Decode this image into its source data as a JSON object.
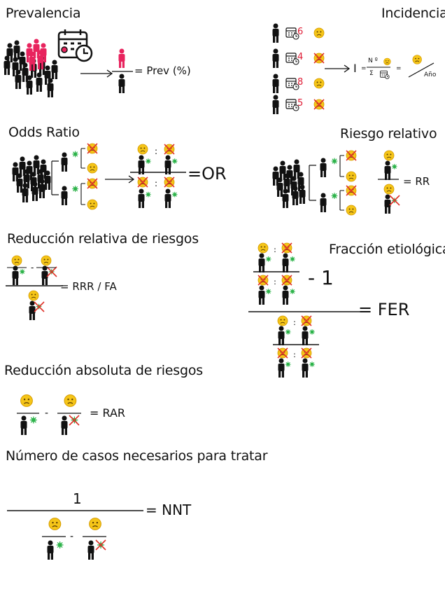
{
  "titles": {
    "prevalencia": "Prevalencia",
    "incidencia": "Incidencia",
    "odds_ratio": "Odds Ratio",
    "riesgo_relativo": "Riesgo relativo",
    "rrr": "Reducción relativa  de riesgos",
    "fraccion": "Fracción etiológica",
    "rar": "Reducción absoluta de riesgos",
    "nnt": "Número de casos necesarios para tratar"
  },
  "labels": {
    "prev": "= Prev (%)",
    "incidence_i": "I",
    "incidence_num": "N º",
    "incidence_den": "Σ",
    "incidence_unit": "Año",
    "or": "=OR",
    "rr": "= RR",
    "rrr": "= RRR / FA",
    "fer": "= FER",
    "minus_one": "- 1",
    "rar": "= RAR",
    "nnt": "= NNT",
    "one": "1",
    "equals": "="
  },
  "incidence_counts": [
    "6",
    "4",
    "8",
    "5"
  ],
  "colors": {
    "ink": "#111111",
    "highlight": "#e8245e",
    "germ": "#2db34a",
    "face": "#f5c518",
    "cross": "#e0332a",
    "count": "#e01e37"
  }
}
